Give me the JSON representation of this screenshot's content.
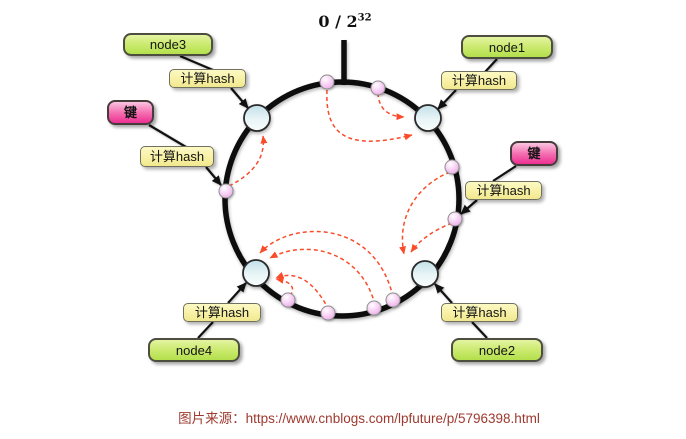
{
  "diagram": {
    "origin_label": {
      "base": "0 / 2",
      "exponent": "32"
    },
    "node_boxes": {
      "node1": "node1",
      "node2": "node2",
      "node3": "node3",
      "node4": "node4"
    },
    "key_box_label": "键",
    "hash_box_label": "计算hash",
    "caption": "图片来源：https://www.cnblogs.com/lpfuture/p/5796398.html",
    "colors": {
      "node_box_green": "#b4e04c",
      "hash_box_yellow": "#f7f0a2",
      "key_box_pink": "#ee2f92",
      "ring_black": "#0d0d0d",
      "node_circle_blue": "#cde6ec",
      "key_dot_pink": "#f2b8ee",
      "mapping_arrow_red": "#fa4b2a",
      "caption_red": "#9e392f"
    }
  }
}
